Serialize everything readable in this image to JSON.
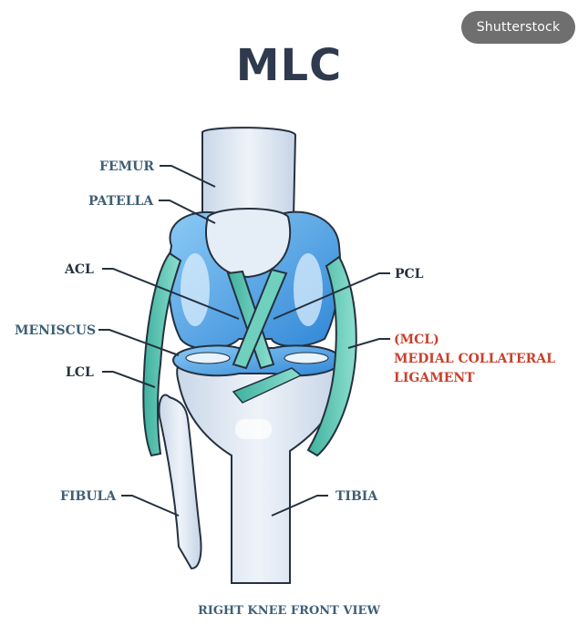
{
  "watermark": "Shutterstock",
  "title": "MLC",
  "caption": "RIGHT KNEE FRONT VIEW",
  "labels": {
    "femur": "FEMUR",
    "patella": "PATELLA",
    "acl": "ACL",
    "meniscus": "MENISCUS",
    "lcl": "LCL",
    "fibula": "FIBULA",
    "pcl": "PCL",
    "mcl_abbrev": "(MCL)",
    "mcl_line1": "MEDIAL COLLATERAL",
    "mcl_line2": "LIGAMENT",
    "tibia": "TIBIA"
  },
  "colors": {
    "bone": "#dfe8f3",
    "bone_outline": "#25313f",
    "cartilage": "#5fa8e6",
    "ligament": "#5cc7b4",
    "meniscus": "#3f95dc",
    "label_blue": "#3e5f76",
    "label_red": "#c8412c"
  }
}
